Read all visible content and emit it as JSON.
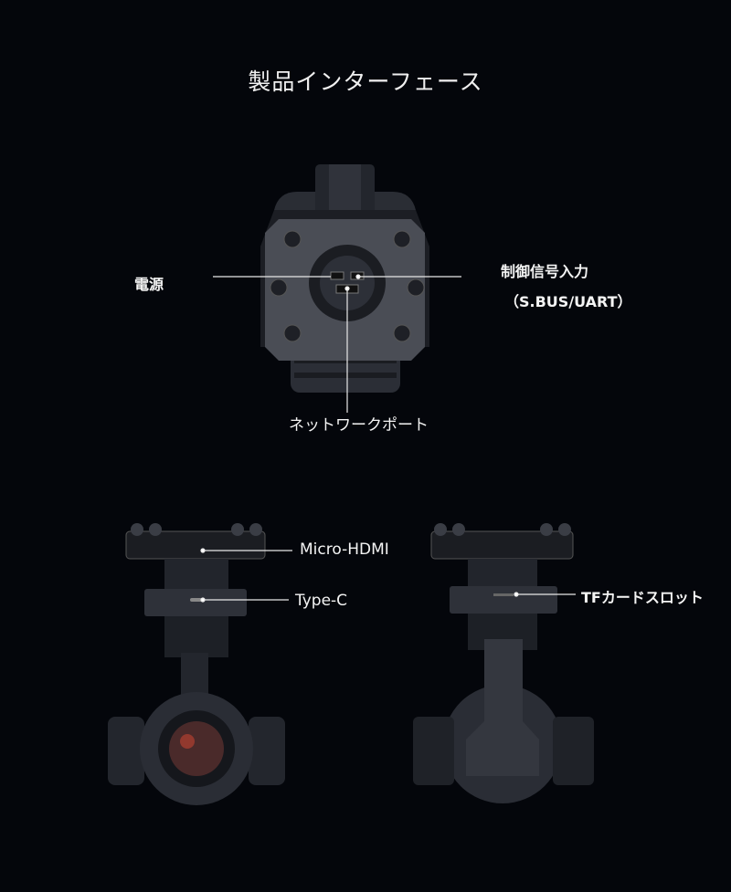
{
  "title": "製品インターフェース",
  "top_view": {
    "labels": {
      "power": "電源",
      "control_signal": "制御信号入力",
      "control_signal_sub": "（S.BUS/UART）",
      "network_port": "ネットワークポート"
    }
  },
  "bottom_left_view": {
    "labels": {
      "micro_hdmi": "Micro-HDMI",
      "type_c": "Type-C"
    }
  },
  "bottom_right_view": {
    "labels": {
      "tf_card_slot": "TFカードスロット"
    }
  },
  "colors": {
    "background": "#04060b",
    "text": "#f2f2f2",
    "body": "#2a2d35",
    "carbon": "#4a4d55"
  }
}
